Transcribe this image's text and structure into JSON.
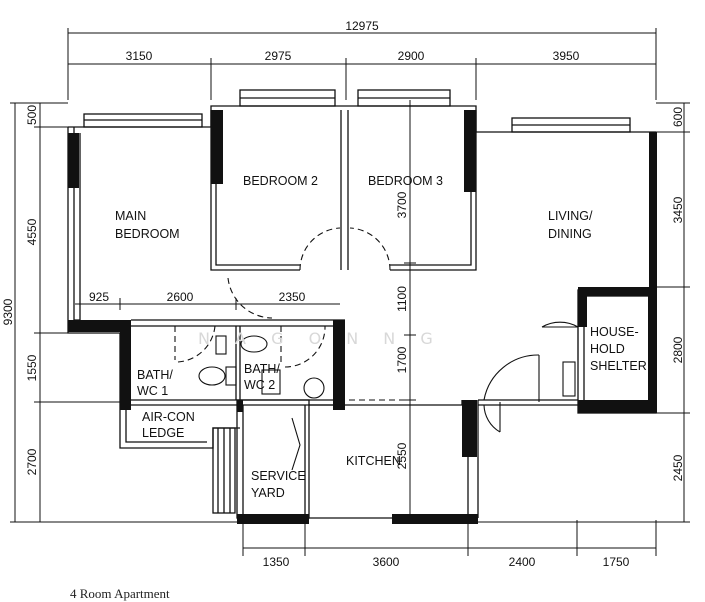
{
  "dimensions": {
    "top_total": "12975",
    "top_segments": [
      "3150",
      "2975",
      "2900",
      "3950"
    ],
    "bottom_segments": [
      "1350",
      "3600",
      "2400",
      "1750"
    ],
    "left_total": "9300",
    "left_segments": [
      "500",
      "4550",
      "1550",
      "2700"
    ],
    "right_segments": [
      "600",
      "3450",
      "2800",
      "2450"
    ],
    "interior": {
      "d925": "925",
      "d2600": "2600",
      "d2350": "2350",
      "d3700": "3700",
      "d1100": "1100",
      "d1700": "1700",
      "d2550": "2550"
    }
  },
  "rooms": {
    "main_bedroom": [
      "MAIN",
      "BEDROOM"
    ],
    "bedroom2": "BEDROOM 2",
    "bedroom3": "BEDROOM 3",
    "living": [
      "LIVING/",
      "DINING"
    ],
    "household_shelter": [
      "HOUSE-",
      "HOLD",
      "SHELTER"
    ],
    "bath1": [
      "BATH/",
      "WC 1"
    ],
    "bath2": [
      "BATH/",
      "WC 2"
    ],
    "aircon": [
      "AIR-CON",
      "LEDGE"
    ],
    "service_yard": [
      "SERVICE",
      "YARD"
    ],
    "kitchen": "KITCHEN"
  },
  "watermark": "N A G O N N G",
  "caption": "4 Room Apartment"
}
